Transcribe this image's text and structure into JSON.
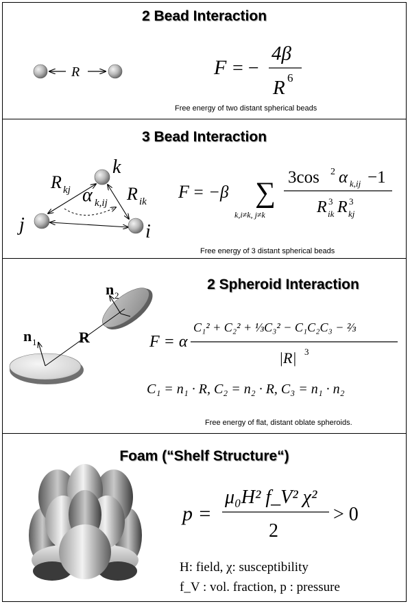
{
  "panel1": {
    "title": "2 Bead Interaction",
    "distance_label": "R",
    "formula": {
      "lhs": "F",
      "op": "= −",
      "numerator": "4β",
      "denominator": "R",
      "denominator_exp": "6"
    },
    "caption": "Free energy of two distant spherical beads"
  },
  "panel2": {
    "title": "3 Bead Interaction",
    "bead_labels": {
      "k": "k",
      "j": "j",
      "i": "i"
    },
    "edge_labels": {
      "rkj": "R",
      "rkj_sub": "kj",
      "rik": "R",
      "rik_sub": "ik"
    },
    "angle_label": "α",
    "angle_sub": "k,ij",
    "formula": {
      "lhs": "F",
      "op": "= −β",
      "sum": "∑",
      "sum_index": "k,i≠k, j≠k",
      "numerator": "3cos",
      "numerator_exp": "2",
      "numerator_alpha": "α",
      "numerator_alpha_sub": "k,ij",
      "numerator_tail": "−1",
      "den_r1": "R",
      "den_r1_exp": "3",
      "den_r1_sub": "ik",
      "den_r2": "R",
      "den_r2_exp": "3",
      "den_r2_sub": "kj"
    },
    "caption": "Free energy  of 3 distant spherical beads"
  },
  "panel3": {
    "title": "2 Spheroid Interaction",
    "vector_labels": {
      "n1": "n",
      "n1_sub": "1",
      "n2": "n",
      "n2_sub": "2",
      "r": "R"
    },
    "formula": {
      "lhs": "F = α",
      "numerator": "C₁² + C₂² + ⅓C₃² − C₁C₂C₃ − ⅔",
      "denominator": "|R|",
      "denominator_exp": "3"
    },
    "definitions": "C₁ = n₁ · R,   C₂ = n₂ · R,   C₃ = n₁ · n₂",
    "caption": "Free energy of flat, distant oblate spheroids."
  },
  "panel4": {
    "title": "Foam  (“Shelf Structure“)",
    "formula": {
      "lhs": "p =",
      "numerator": "μ₀H² f_V² χ²",
      "denominator": "2",
      "tail": "> 0"
    },
    "legend_line1": "H: field,  χ: susceptibility",
    "legend_line2": "f_V : vol. fraction,  p : pressure"
  },
  "colors": {
    "border": "#000000",
    "bead_light": "#e6e6e6",
    "bead_dark": "#6e6e6e",
    "disk_light": "#e8e8e8",
    "disk_dark": "#8a8a8a"
  }
}
